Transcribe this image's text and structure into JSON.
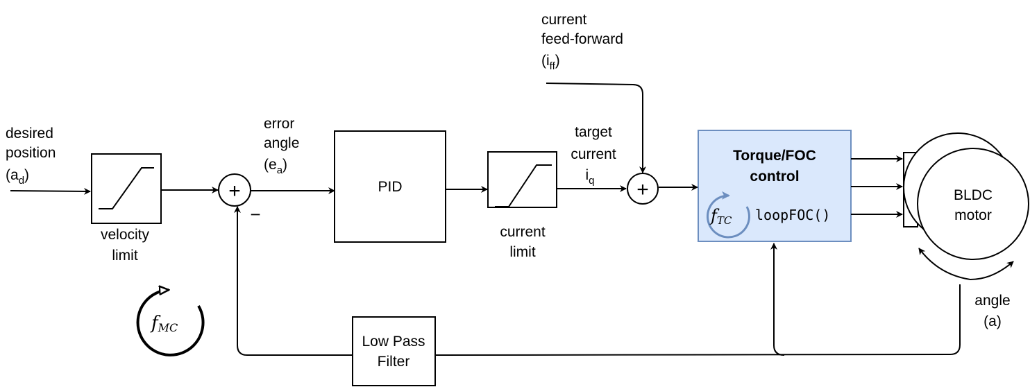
{
  "inputs": {
    "desired_position": {
      "line1": "desired",
      "line2": "position",
      "line3": "(a",
      "sub": "d",
      "close": ")"
    },
    "feed_forward": {
      "line1": "current",
      "line2": "feed-forward",
      "line3": "(i",
      "sub": "ff",
      "close": ")"
    }
  },
  "blocks": {
    "velocity_limit": {
      "line1": "velocity",
      "line2": "limit"
    },
    "pid": {
      "label": "PID"
    },
    "current_limit": {
      "line1": "current",
      "line2": "limit"
    },
    "foc": {
      "line1": "Torque/FOC",
      "line2": "control",
      "freq": "f",
      "freq_sub": "TC",
      "function": "loopFOC()",
      "fill": "#dae8fc",
      "stroke": "#6c8ebf"
    },
    "motor": {
      "line1": "BLDC",
      "line2": "motor"
    },
    "lpf": {
      "line1": "Low Pass",
      "line2": "Filter"
    }
  },
  "signals": {
    "error_angle": {
      "line1": "error",
      "line2": "angle",
      "line3": "(e",
      "sub": "a",
      "close": ")"
    },
    "target_current": {
      "line1": "target",
      "line2": "current",
      "line3": "i",
      "sub": "q"
    },
    "angle": {
      "line1": "angle",
      "line2": "(a)"
    }
  },
  "summers": {
    "plus": "+",
    "minus": "−"
  },
  "motion_loop": {
    "freq": "f",
    "freq_sub": "MC"
  }
}
